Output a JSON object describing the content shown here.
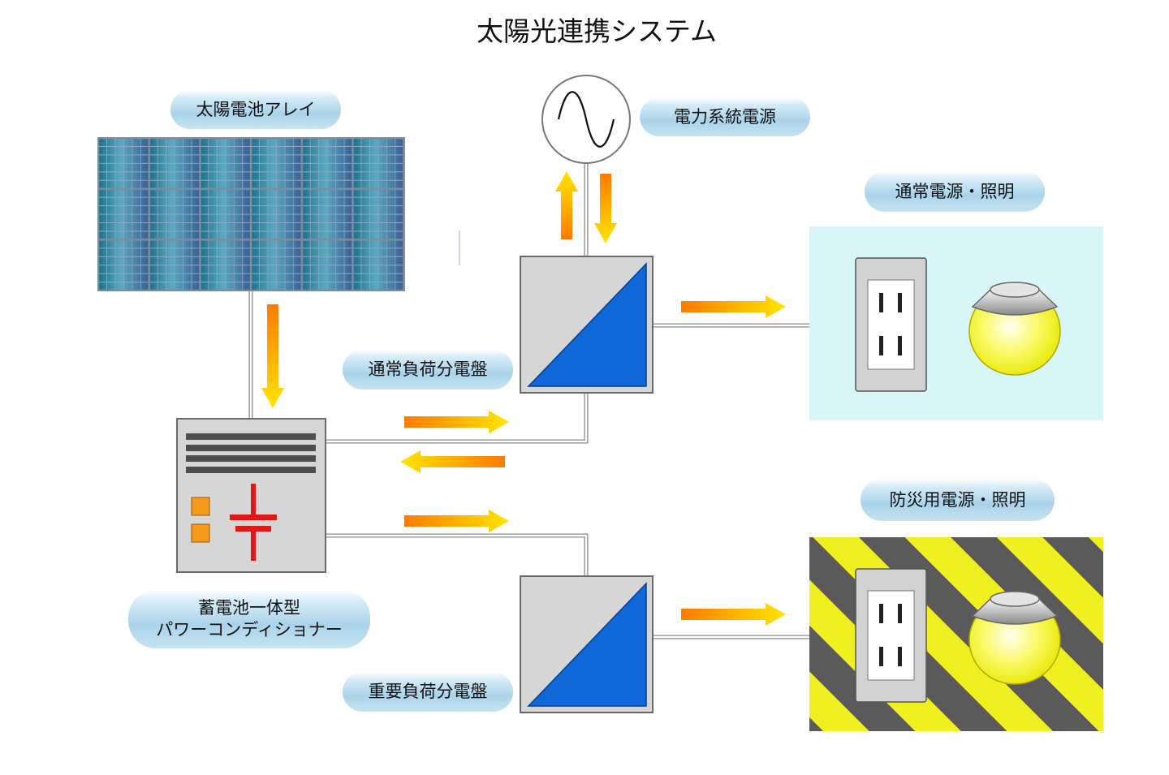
{
  "title": "太陽光連携システム",
  "labels": {
    "solar_array": "太陽電池アレイ",
    "grid_power": "電力系統電源",
    "normal_power_lighting": "通常電源・照明",
    "normal_load_panel": "通常負荷分電盤",
    "battery_pcs_line1": "蓄電池一体型",
    "battery_pcs_line2": "パワーコンディショナー",
    "disaster_power_lighting": "防災用電源・照明",
    "critical_load_panel": "重要負荷分電盤"
  },
  "colors": {
    "solar_cell": "#3f7c98",
    "panel_blue": "#1068d8",
    "normal_area": "#d8f5f8",
    "hazard_yellow": "#f0f020",
    "hazard_gray": "#5a5a5a",
    "battery_red": "#e01818",
    "indicator_orange": "#f59a1a",
    "arrow_start": "#ff7a00",
    "arrow_end": "#ffe600"
  }
}
